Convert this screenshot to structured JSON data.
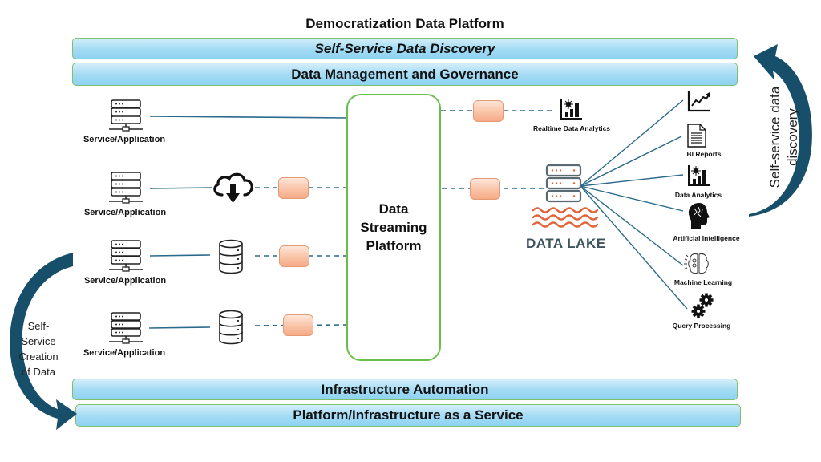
{
  "title": "Democratization Data Platform",
  "bands": {
    "discovery": "Self-Service  Data Discovery",
    "governance": "Data Management and Governance",
    "automation": "Infrastructure Automation",
    "paas": "Platform/Infrastructure as a Service"
  },
  "sources": [
    {
      "label": "Service/Application",
      "intermediate": "none"
    },
    {
      "label": "Service/Application",
      "intermediate": "cloud-download"
    },
    {
      "label": "Service/Application",
      "intermediate": "database"
    },
    {
      "label": "Service/Application",
      "intermediate": "database"
    }
  ],
  "streaming_platform": {
    "line1": "Data",
    "line2": "Streaming",
    "line3": "Platform"
  },
  "realtime": {
    "label": "Realtime Data Analytics"
  },
  "data_lake": {
    "label": "DATA LAKE"
  },
  "consumers": [
    {
      "label": "",
      "icon": "line-chart"
    },
    {
      "label": "BI Reports",
      "icon": "document"
    },
    {
      "label": "Data Analytics",
      "icon": "analytics-chart"
    },
    {
      "label": "Artificial Intelligence",
      "icon": "ai-head"
    },
    {
      "label": "Machine Learning",
      "icon": "brain"
    },
    {
      "label": "Query Processing",
      "icon": "gears"
    }
  ],
  "side_notes": {
    "left": [
      "Self-",
      "Service",
      "Creation",
      "of Data"
    ],
    "right_line1": "Self-service data",
    "right_line2": "discovery"
  },
  "colors": {
    "band_border": "#7fc06a",
    "line": "#2a6a8c",
    "arrow": "#174f6b",
    "connector": "#f5ab87",
    "lake_waves": "#e2643a"
  }
}
